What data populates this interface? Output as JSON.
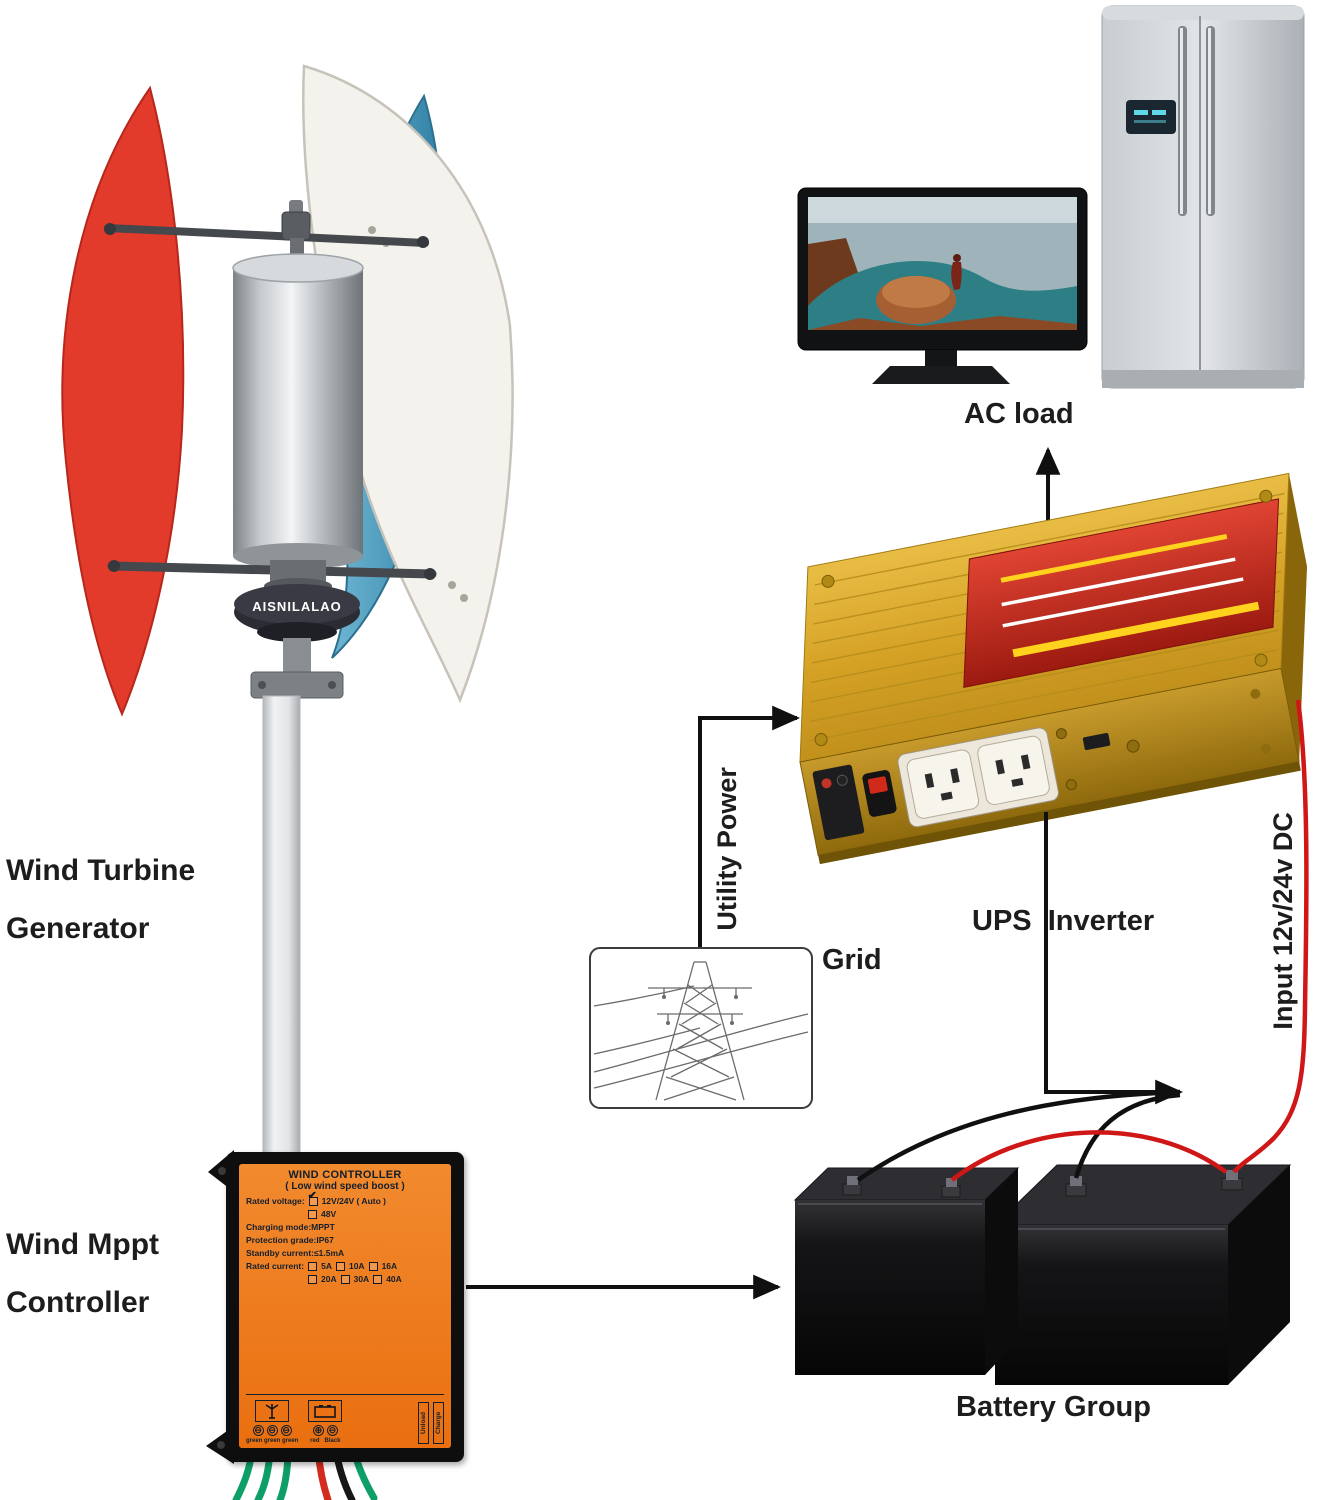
{
  "diagram": {
    "labels": {
      "wind_turbine_line1": "Wind Turbine",
      "wind_turbine_line2": "Generator",
      "mppt_line1": "Wind Mppt",
      "mppt_line2": "Controller",
      "ac_load": "AC load",
      "ups_inverter": "UPS  Inverter",
      "grid": "Grid",
      "utility_power": "Utility Power",
      "input_dc": "Input 12v/24v DC",
      "battery_group": "Battery Group"
    },
    "turbine_brand": "AISNILALAO"
  },
  "controller": {
    "title": "WIND CONTROLLER",
    "subtitle": "( Low wind speed boost )",
    "rated_voltage_label": "Rated voltage:",
    "voltage_option_main": "12V/24V ( Auto )",
    "voltage_option_alt": "48V",
    "charging_mode": "Charging mode:MPPT",
    "protection_grade": "Protection grade:IP67",
    "standby_current": "Standby current:≤1.5mA",
    "rated_current_label": "Rated current:",
    "current_row1": [
      "5A",
      "10A",
      "16A"
    ],
    "current_row2": [
      "20A",
      "30A",
      "40A"
    ],
    "check_glyph": "✔",
    "minus_glyph": "⊖",
    "plus_glyph": "⊕",
    "terminal_left_labels": "green green green",
    "terminal_right_labels": "red   Black",
    "unload_label": "Unload",
    "charge_label": "Charge"
  }
}
